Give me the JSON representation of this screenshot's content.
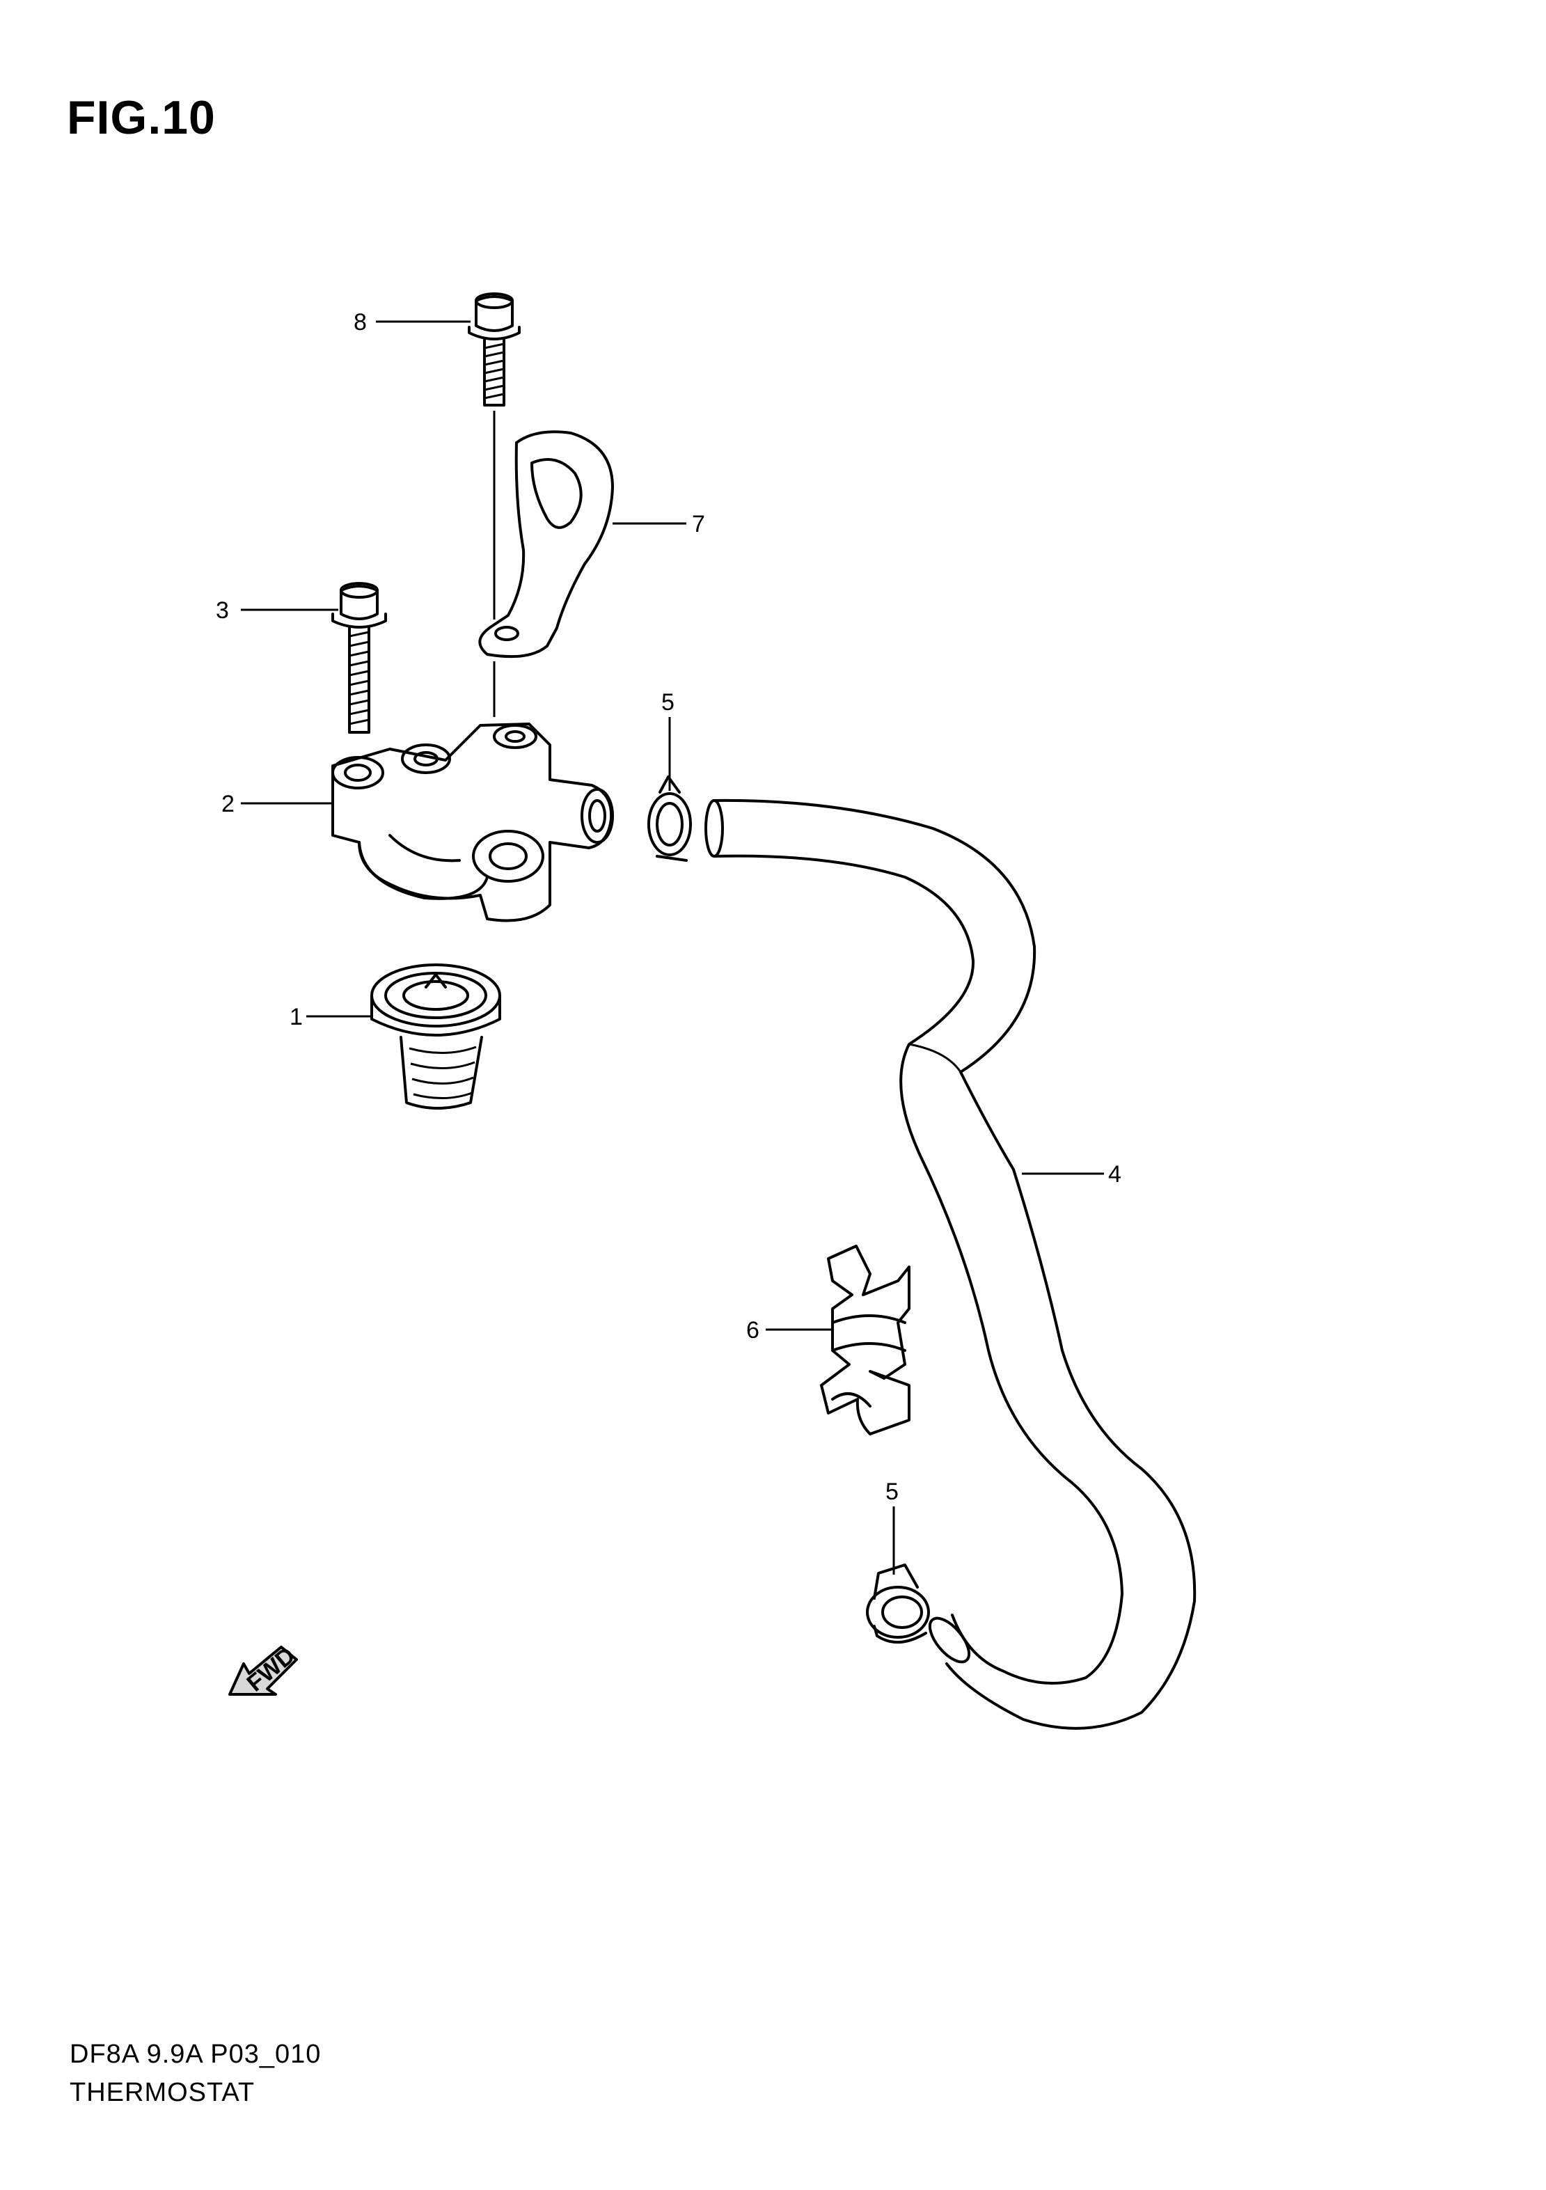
{
  "figure": {
    "title": "FIG.10",
    "code": "DF8A 9.9A P03_010",
    "name": "THERMOSTAT"
  },
  "callouts": {
    "thermostat": "1",
    "thermostat_cover": "2",
    "cover_bolt": "3",
    "water_hose": "4",
    "hose_clamp_upper": "5",
    "hose_clamp_lower": "5",
    "hose_clip": "6",
    "bracket": "7",
    "bracket_bolt": "8"
  },
  "direction_badge": "FWD"
}
